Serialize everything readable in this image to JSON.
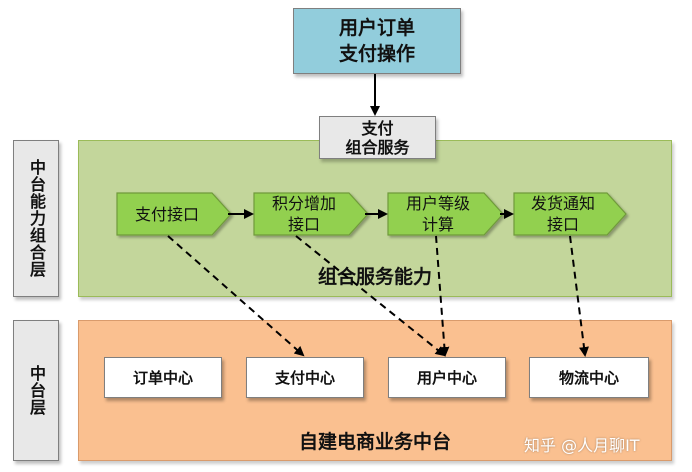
{
  "top_box": {
    "line1": "用户订单",
    "line2": "支付操作"
  },
  "combo_service": {
    "line1": "支付",
    "line2": "组合服务"
  },
  "layers": {
    "capability_label": "中台能力组合层",
    "platform_label": "中台层"
  },
  "capability_panel": {
    "title": "组合服务能力",
    "steps": [
      {
        "line1": "支付接口",
        "line2": ""
      },
      {
        "line1": "积分增加",
        "line2": "接口"
      },
      {
        "line1": "用户等级",
        "line2": "计算"
      },
      {
        "line1": "发货通知",
        "line2": "接口"
      }
    ]
  },
  "platform_panel": {
    "title": "自建电商业务中台",
    "centers": [
      "订单中心",
      "支付中心",
      "用户中心",
      "物流中心"
    ]
  },
  "watermark": "知乎 @人月聊IT",
  "colors": {
    "top_box": "#92cddc",
    "capability_panel": "#c3d69b",
    "chevron": "#92d050",
    "platform_panel": "#fac090"
  }
}
